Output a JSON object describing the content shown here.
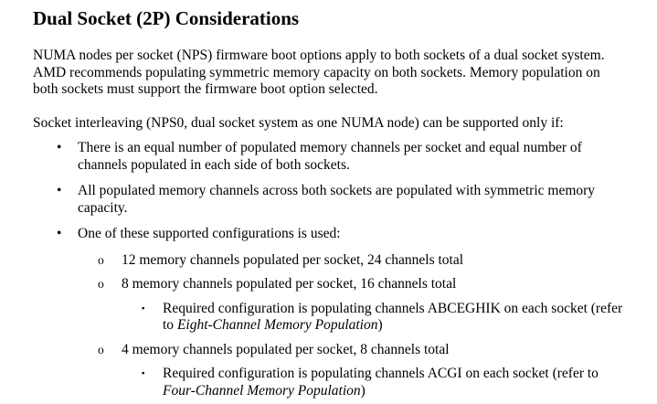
{
  "page": {
    "background": "#ffffff",
    "text_color": "#000000"
  },
  "document": {
    "title": "Dual Socket (2P) Considerations",
    "intro": "NUMA nodes per socket (NPS) firmware boot options apply to both sockets of a dual socket system. AMD recommends populating symmetric memory capacity on both sockets. Memory population on both sockets must support the firmware boot option selected.",
    "lead_in": "Socket interleaving (NPS0, dual socket system as one NUMA node) can be supported only if:",
    "markers": {
      "level1": "•",
      "level2": "o",
      "level3": "▪"
    },
    "bullets": {
      "equal_channels": "There is an equal number of populated memory channels per socket and equal number of channels populated in each side of both sockets.",
      "symmetric_capacity": "All populated memory channels across both sockets are populated with symmetric memory capacity.",
      "supported_configs": "One of these supported configurations is used:"
    },
    "configs": {
      "twelve": "12 memory channels populated per socket, 24 channels total",
      "eight": "8 memory channels populated per socket, 16 channels total",
      "four": "4 memory channels populated per socket, 8 channels total"
    },
    "requirements": {
      "eight": {
        "before": "Required configuration is populating channels ABCEGHIK on each socket (refer to ",
        "italic": "Eight-Channel Memory Population",
        "after": ")"
      },
      "four": {
        "before": "Required configuration is populating channels ACGI on each socket (refer to ",
        "italic": "Four-Channel Memory Population",
        "after": ")"
      }
    }
  }
}
